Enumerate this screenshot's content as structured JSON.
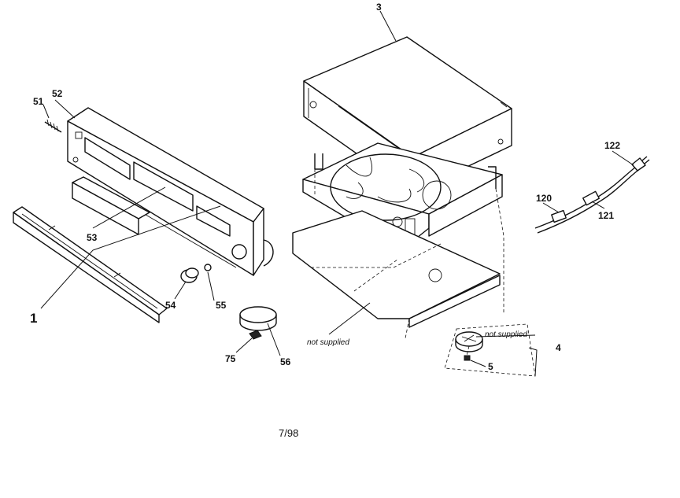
{
  "labels": {
    "l1": "1",
    "l3": "3",
    "l4": "4",
    "l5": "5",
    "l51": "51",
    "l52": "52",
    "l53": "53",
    "l54": "54",
    "l55": "55",
    "l56": "56",
    "l75": "75",
    "l120": "120",
    "l121": "121",
    "l122": "122"
  },
  "notes": {
    "not_supplied_tray": "not supplied",
    "not_supplied_gear": "not supplied"
  },
  "footer": {
    "date_code": "7/98"
  }
}
